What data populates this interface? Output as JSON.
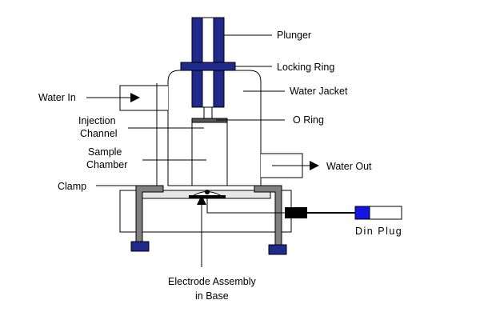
{
  "labels": {
    "plunger": "Plunger",
    "locking_ring": "Locking Ring",
    "water_jacket": "Water Jacket",
    "o_ring": "O Ring",
    "water_out": "Water Out",
    "water_in": "Water In",
    "injection_channel_line1": "Injection",
    "injection_channel_line2": "Channel",
    "sample_chamber_line1": "Sample",
    "sample_chamber_line2": "Chamber",
    "clamp": "Clamp",
    "din_plug": "Din Plug",
    "electrode_line1": "Electrode Assembly",
    "electrode_line2": "in Base"
  },
  "colors": {
    "plunger_fill": "#1f2a8c",
    "clamp_fill": "#808080",
    "foot_fill": "#1f2a8c",
    "cable": "#000000",
    "din_plug_tip": "#1414e6",
    "outline": "#000000"
  }
}
